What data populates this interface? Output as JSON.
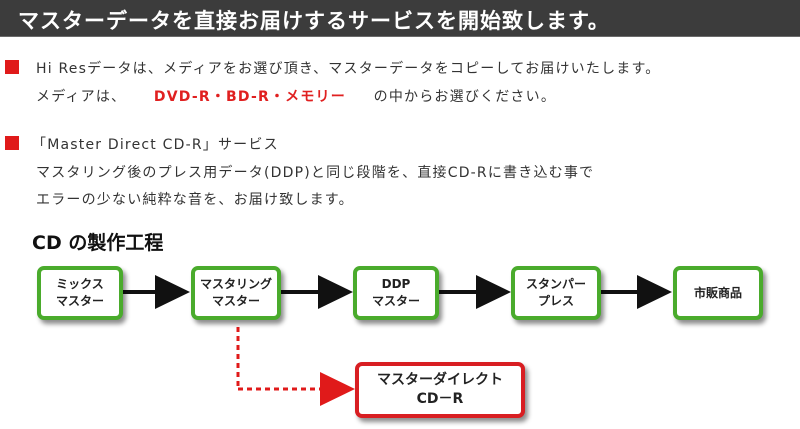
{
  "header": {
    "title": "マスターデータを直接お届けするサービスを開始致します。"
  },
  "intro": {
    "line1": "Hi Resデータは、メディアをお選び頂き、マスターデータをコピーしてお届けいたします。",
    "line2_prefix": "メディアは、",
    "line2_media": "DVD-R・BD-R・メモリー",
    "line2_suffix": "の中からお選びください。"
  },
  "service": {
    "title": "「Master Direct CD-R」サービス",
    "line1": "マスタリング後のプレス用データ(DDP)と同じ段階を、直接CD-Rに書き込む事で",
    "line2": "エラーの少ない純粋な音を、お届け致します。"
  },
  "process": {
    "heading": "CD の製作工程",
    "steps": [
      {
        "label": "ミックス\nマスター"
      },
      {
        "label": "マスタリング\nマスター"
      },
      {
        "label": "DDP\nマスター"
      },
      {
        "label": "スタンパー\nプレス"
      },
      {
        "label": "市販商品"
      }
    ],
    "direct": {
      "label": "マスターダイレクト\nCD－R"
    }
  },
  "colors": {
    "accent_red": "#e01a1a",
    "box_green": "#4aab2c",
    "box_red": "#d81e22",
    "header_bg": "#3c3c3c"
  }
}
